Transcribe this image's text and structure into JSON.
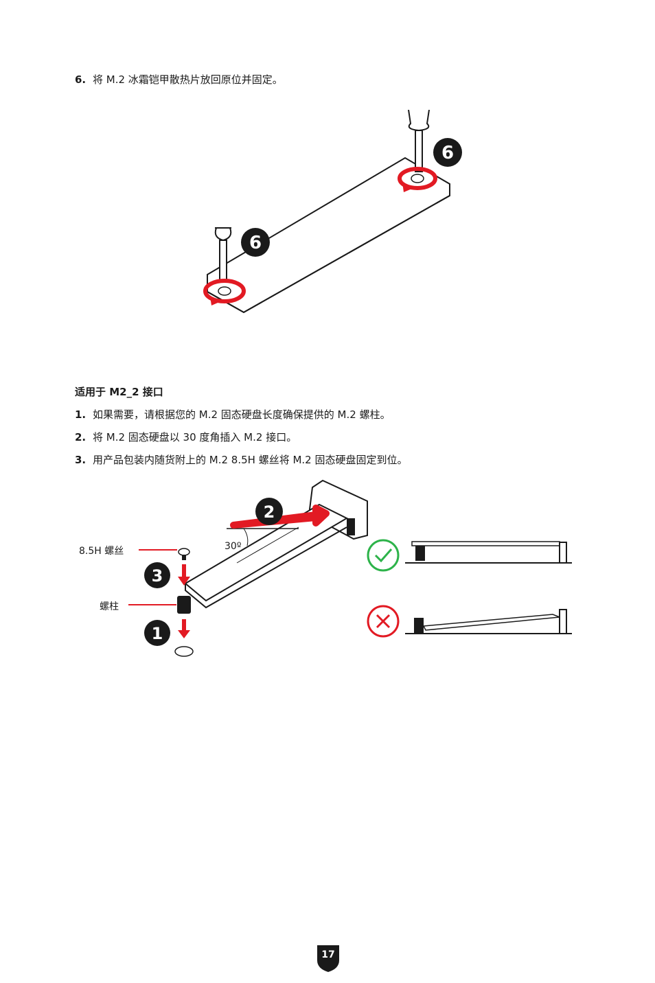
{
  "step6": {
    "number": "6.",
    "text": "将 M.2 冰霜铠甲散热片放回原位并固定。"
  },
  "figure1": {
    "callout_a": "6",
    "callout_b": "6"
  },
  "section": {
    "heading": "适用于 M2_2 接口"
  },
  "steps": [
    {
      "number": "1.",
      "text": "如果需要，请根据您的 M.2 固态硬盘长度确保提供的 M.2 螺柱。"
    },
    {
      "number": "2.",
      "text": "将 M.2 固态硬盘以 30 度角插入 M.2 接口。"
    },
    {
      "number": "3.",
      "text": "用产品包装内随货附上的 M.2 8.5H 螺丝将 M.2 固态硬盘固定到位。"
    }
  ],
  "figure2": {
    "screw_label": "8.5H 螺丝",
    "standoff_label": "螺柱",
    "angle_label": "30º",
    "callout_1": "1",
    "callout_2": "2",
    "callout_3": "3"
  },
  "page": {
    "number": "17"
  },
  "colors": {
    "accent": "#e21a23",
    "ok": "#2db34a",
    "ink": "#1a1a1a"
  }
}
